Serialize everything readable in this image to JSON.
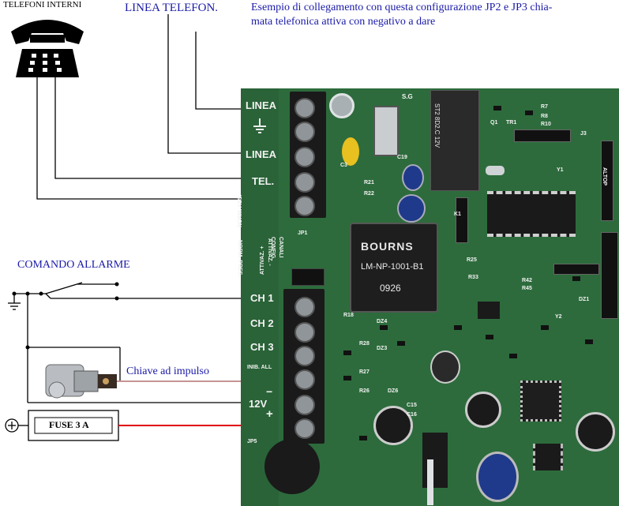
{
  "labels": {
    "telefoni_interni": "TELEFONI INTERNI",
    "linea_telefon": "LINEA TELEFON.",
    "esempio_line1": "Esempio di collegamento con questa configurazione JP2 e JP3 chia-",
    "esempio_line2": "mata telefonica attiva con negativo a dare",
    "comando_allarme": "COMANDO ALLARME",
    "chiave_ad_impulso": "Chiave ad impulso",
    "fuse": "FUSE 3 A",
    "plus_symbol": "⊕"
  },
  "terminals": {
    "linea_top": "LINEA",
    "linea_bottom": "LINEA",
    "tel": "TEL.",
    "ch1": "CH 1",
    "ch2": "CH 2",
    "ch3": "CH 3",
    "v12": "12V",
    "minus": "−",
    "plus": "+",
    "inib_all": "INIB. ALL"
  },
  "board": {
    "transformer_brand": "BOURNS",
    "transformer_model": "LM-NP-1001-B1",
    "transformer_code": "0926",
    "relay_text": "ST2 8D2.C 12V",
    "config_a": "CONFIG",
    "config_b": "CANALI",
    "norm_ass": "NORM. ASS.",
    "norm_pres": "NORM. PRES.",
    "attivaz": "ATTIVAZ. +",
    "attivaz_minus": "ATTIVAZ. -",
    "attivaz_23": "2-3",
    "ap_top": "ALTOP",
    "jp1": "JP1",
    "jp5": "JP5",
    "sg": "S.G",
    "q1": "Q1",
    "tr1": "TR1",
    "r7": "R7",
    "r8": "R8",
    "r10": "R10",
    "r21": "R21",
    "r22": "R22",
    "r18": "R18",
    "r28": "R28",
    "r27": "R27",
    "r26": "R26",
    "r25": "R25",
    "r33": "R33",
    "r42": "R42",
    "r45": "R45",
    "dz1": "DZ1",
    "dz3": "DZ3",
    "dz4": "DZ4",
    "dz6": "DZ6",
    "c15": "C15",
    "c16": "C16",
    "c19": "C19",
    "c3": "C3",
    "y1": "Y1",
    "y2": "Y2",
    "j3": "J3",
    "k1": "K1"
  }
}
